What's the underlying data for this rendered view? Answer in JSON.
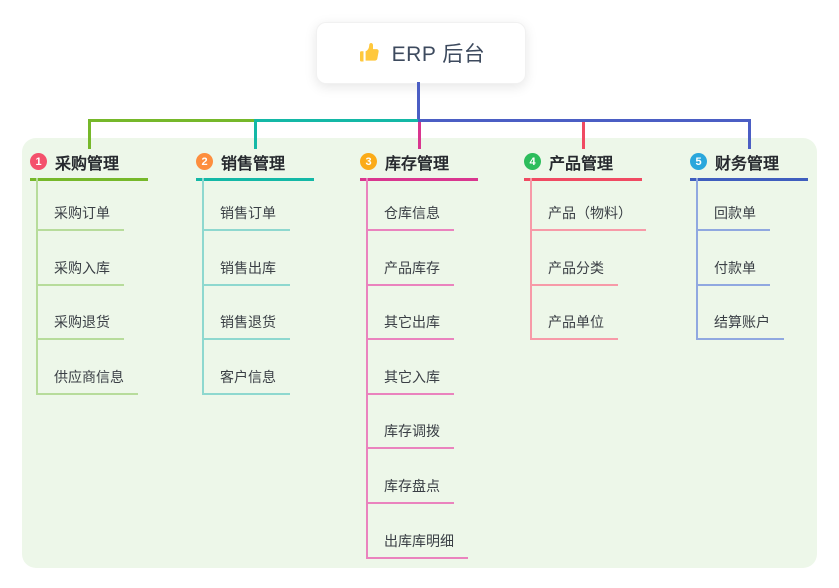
{
  "root": {
    "title": "ERP 后台",
    "icon": "thumbs-up-icon",
    "icon_color": "#ffc83d"
  },
  "colors": {
    "root_connector": "#4b5ec4",
    "panel_bg": "#edf7e9",
    "canvas_bg": "#ffffff",
    "root_text": "#3d4a5e",
    "branch_title_text": "#26292e",
    "child_text": "#3a3f45"
  },
  "branches": [
    {
      "badge": "1",
      "title": "采购管理",
      "badge_color": "#f4516c",
      "line_color": "#76b82a",
      "child_line_color": "#b7dc9b",
      "children": [
        "采购订单",
        "采购入库",
        "采购退货",
        "供应商信息"
      ]
    },
    {
      "badge": "2",
      "title": "销售管理",
      "badge_color": "#fd8e3e",
      "line_color": "#14b8a6",
      "child_line_color": "#8ed8cf",
      "children": [
        "销售订单",
        "销售出库",
        "销售退货",
        "客户信息"
      ]
    },
    {
      "badge": "3",
      "title": "库存管理",
      "badge_color": "#fbab18",
      "line_color": "#d9368f",
      "child_line_color": "#ea83be",
      "children": [
        "仓库信息",
        "产品库存",
        "其它出库",
        "其它入库",
        "库存调拨",
        "库存盘点",
        "出库库明细"
      ]
    },
    {
      "badge": "4",
      "title": "产品管理",
      "badge_color": "#2dbd5c",
      "line_color": "#f04a62",
      "child_line_color": "#f79aa8",
      "children": [
        "产品（物料）",
        "产品分类",
        "产品单位"
      ]
    },
    {
      "badge": "5",
      "title": "财务管理",
      "badge_color": "#2aa7dc",
      "line_color": "#3f5ebe",
      "child_line_color": "#90a8e0",
      "children": [
        "回款单",
        "付款单",
        "结算账户"
      ]
    }
  ]
}
